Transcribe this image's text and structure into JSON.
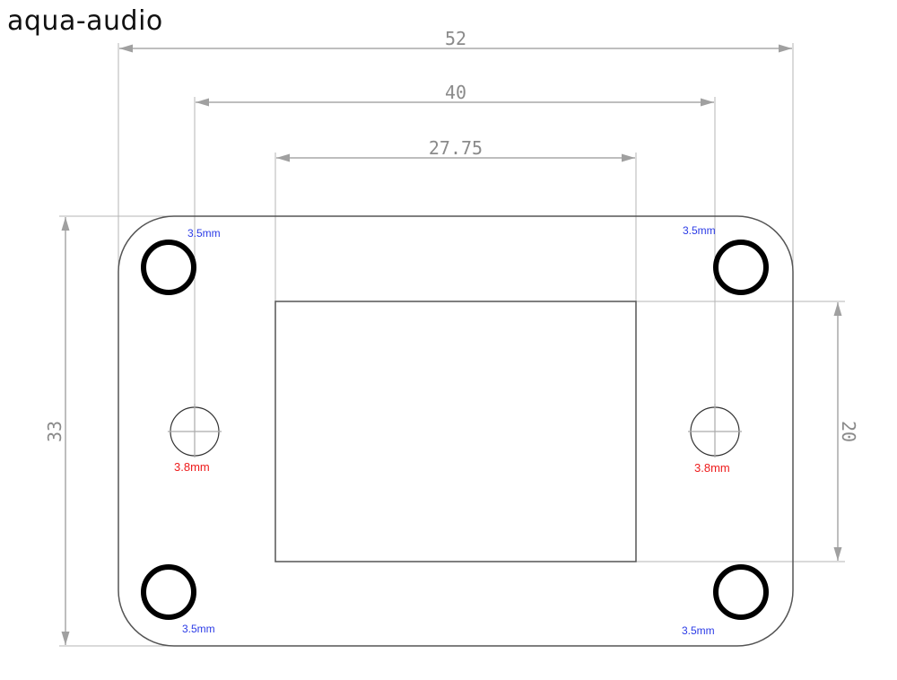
{
  "title": "aqua-audio",
  "dimensions": {
    "overall_width": "52",
    "hole_spacing_width": "40",
    "window_width": "27.75",
    "overall_height": "33",
    "window_height": "20"
  },
  "holes": {
    "top_left": "3.5mm",
    "top_right": "3.5mm",
    "bottom_left": "3.5mm",
    "bottom_right": "3.5mm",
    "mid_left": "3.8mm",
    "mid_right": "3.8mm"
  },
  "colors": {
    "outline": "#555555",
    "dimension_line": "#a8a8a8",
    "mount_hole": "#000000",
    "label_35": "#2b3be6",
    "label_38": "#ee1c1c"
  }
}
